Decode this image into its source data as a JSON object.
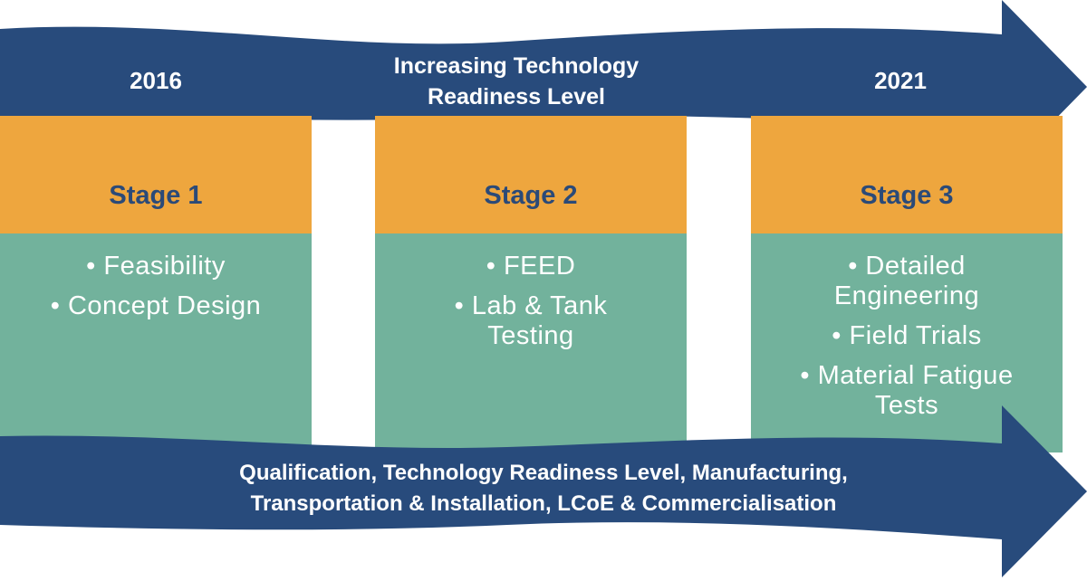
{
  "top_band": {
    "title_line1": "Increasing Technology",
    "title_line2": "Readiness Level",
    "year_start": "2016",
    "year_end": "2021"
  },
  "stages": [
    {
      "title": "Stage 1",
      "items": [
        "Feasibility",
        "Concept Design"
      ]
    },
    {
      "title": "Stage 2",
      "items": [
        "FEED",
        "Lab & Tank Testing"
      ]
    },
    {
      "title": "Stage 3",
      "items": [
        "Detailed Engineering",
        "Field Trials",
        "Material Fatigue Tests"
      ]
    }
  ],
  "bottom_band": {
    "line1": "Qualification, Technology Readiness Level, Manufacturing,",
    "line2": "Transportation & Installation, LCoE & Commercialisation"
  },
  "colors": {
    "arrow": "#284b7c",
    "stage_header": "#eea63e",
    "stage_body": "#72b29c",
    "stage_title_text": "#2b4a78",
    "text_light": "#ffffff"
  }
}
